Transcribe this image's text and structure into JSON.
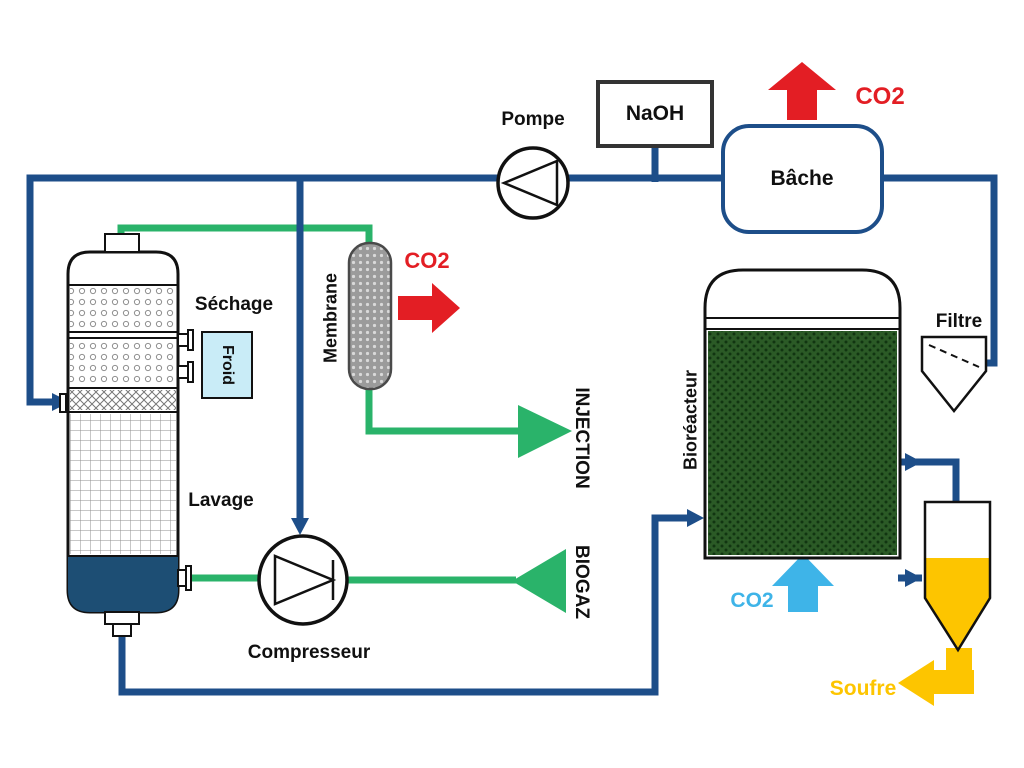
{
  "diagram": {
    "title_hint": "Biogas purification process flow diagram",
    "labels": {
      "pump": "Pompe",
      "naoh": "NaOH",
      "tank": "Bâche",
      "co2_release": "CO2",
      "drying": "Séchage",
      "cold": "Froid",
      "washing": "Lavage",
      "membrane": "Membrane",
      "co2_membrane": "CO2",
      "injection": "INJECTION",
      "biogas": "BIOGAZ",
      "compressor": "Compresseur",
      "bioreactor": "Bioréacteur",
      "filter": "Filtre",
      "co2_feed": "CO2",
      "sulfur": "Soufre"
    },
    "colors": {
      "pipe_blue": "#1d4e89",
      "flow_green": "#2ab36a",
      "co2_red": "#e31e24",
      "co2_cyan": "#3eb4e8",
      "sulfur_yellow": "#fdc500",
      "bioreactor_green": "#2b5a26",
      "cold_box_blue": "#c9ecf7",
      "column_liquid_blue": "#1d4e74"
    }
  }
}
